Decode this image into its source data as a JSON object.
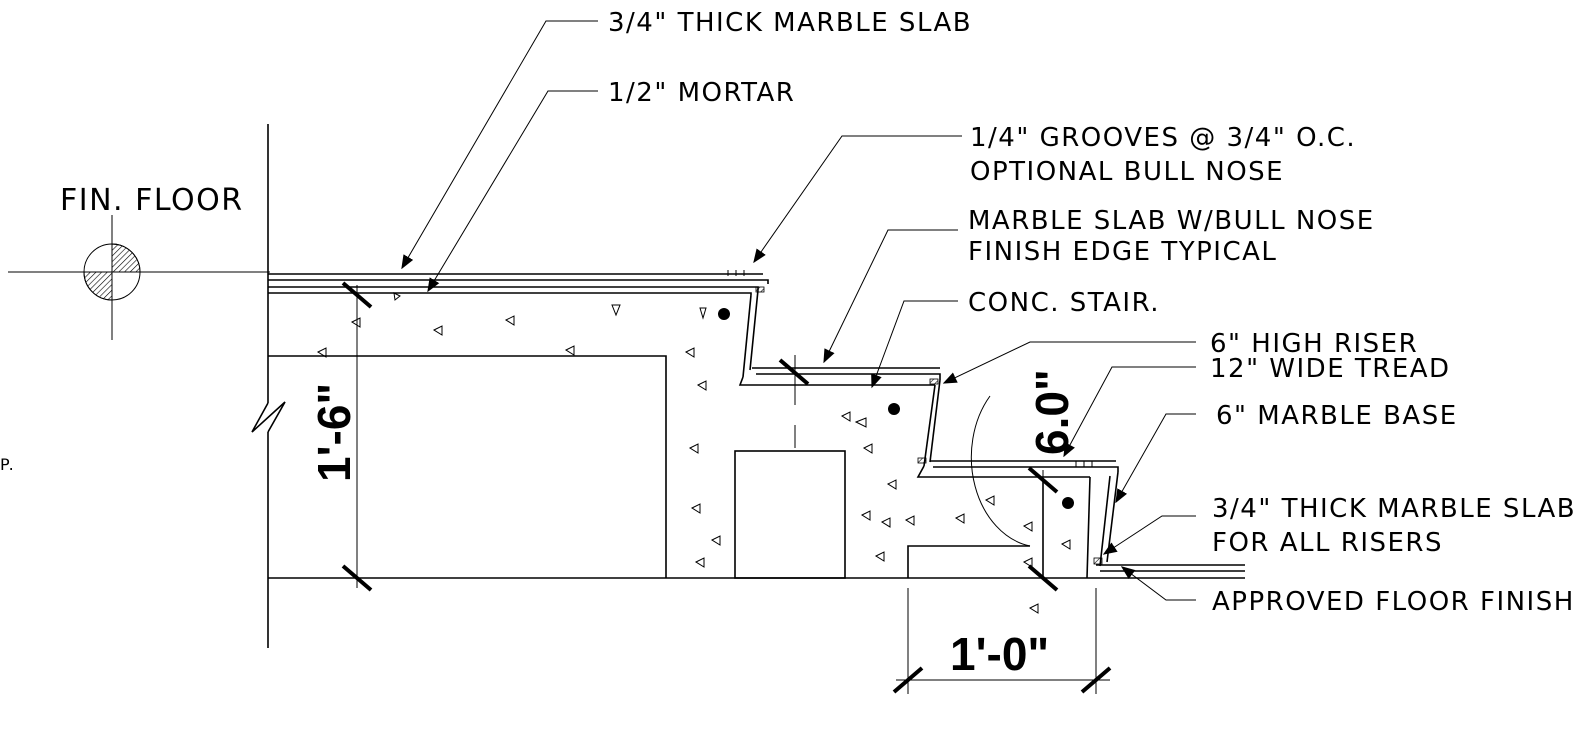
{
  "labels": {
    "marble_slab_top": "3/4\" THICK MARBLE SLAB",
    "mortar": "1/2\" MORTAR",
    "grooves_line1": "1/4\" GROOVES @ 3/4\" O.C.",
    "grooves_line2": "OPTIONAL BULL NOSE",
    "bullnose_line1": "MARBLE SLAB W/BULL NOSE",
    "bullnose_line2": "FINISH EDGE TYPICAL",
    "conc_stair": "CONC. STAIR.",
    "riser": "6\" HIGH RISER",
    "tread": "12\" WIDE TREAD",
    "marble_base": "6\" MARBLE BASE",
    "marble_risers_line1": "3/4\" THICK MARBLE SLAB",
    "marble_risers_line2": "FOR ALL RISERS",
    "floor_finish": "APPROVED FLOOR FINISH",
    "fin_floor": "FIN. FLOOR",
    "edge_fragment": "P."
  },
  "dimensions": {
    "height": "1'-6\"",
    "riser": "6.0\"",
    "width": "1'-0\""
  }
}
